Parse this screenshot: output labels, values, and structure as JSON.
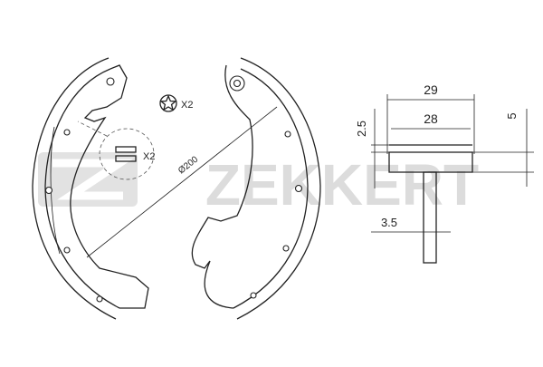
{
  "brand": {
    "logo_text": "ZEKKERT"
  },
  "labels": {
    "qty_star_bolt": "X2",
    "qty_spring": "X2",
    "diameter": "Ø200"
  },
  "dimensions": {
    "dim_29": "29",
    "dim_28": "28",
    "dim_2_5": "2.5",
    "dim_5": "5",
    "dim_3_5": "3.5"
  },
  "colors": {
    "line": "#222222",
    "watermark": "#d9d9d9"
  }
}
